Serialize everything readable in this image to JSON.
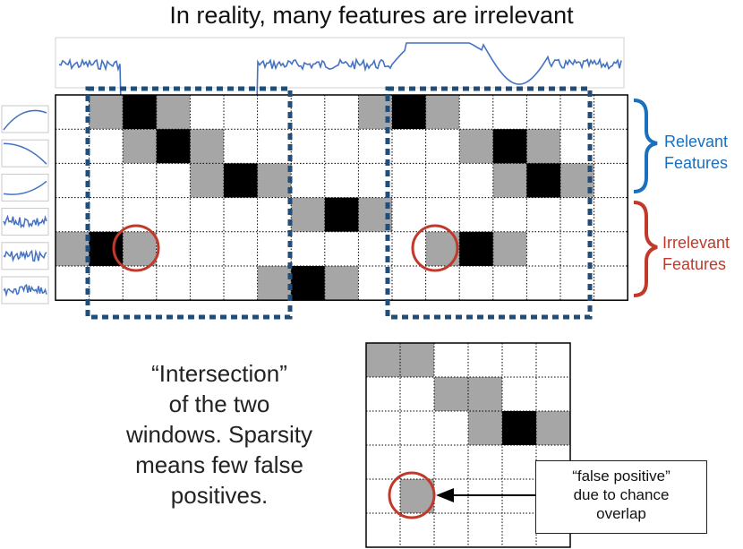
{
  "title": "In reality, many features are irrelevant",
  "relevant_label": [
    "Relevant",
    "Features"
  ],
  "irrelevant_label": [
    "Irrelevant",
    "Features"
  ],
  "intersection_text": [
    "“Intersection”",
    "of the two",
    "windows. Sparsity",
    "means few false",
    "positives."
  ],
  "callout_text": [
    "“false positive”",
    "due to chance",
    "overlap"
  ],
  "colors": {
    "signal": "#4472c4",
    "window": "#1f4e79",
    "gray_cell": "#a6a6a6",
    "black_cell": "#000000",
    "relevant": "#1a6fbf",
    "irrelevant": "#c0392b",
    "circle": "#c0392b"
  },
  "feature_icons": [
    "sine-rising-icon",
    "sine-falling-icon",
    "curve-rising-icon",
    "noise-icon",
    "noise-icon",
    "noise-icon"
  ],
  "main_grid": {
    "rows": 6,
    "cols": 17,
    "cells": [
      [
        0,
        1,
        2,
        1,
        0,
        0,
        0,
        0,
        0,
        1,
        2,
        1,
        0,
        0,
        0,
        0,
        0
      ],
      [
        0,
        0,
        1,
        2,
        1,
        0,
        0,
        0,
        0,
        0,
        0,
        0,
        1,
        2,
        1,
        0,
        0
      ],
      [
        0,
        0,
        0,
        0,
        1,
        2,
        1,
        0,
        0,
        0,
        0,
        0,
        0,
        1,
        2,
        1,
        0
      ],
      [
        0,
        0,
        0,
        0,
        0,
        0,
        0,
        1,
        2,
        1,
        0,
        0,
        0,
        0,
        0,
        0,
        0
      ],
      [
        1,
        2,
        1,
        0,
        0,
        0,
        0,
        0,
        0,
        0,
        0,
        1,
        2,
        1,
        0,
        0,
        0
      ],
      [
        0,
        0,
        0,
        0,
        0,
        0,
        1,
        2,
        1,
        0,
        0,
        0,
        0,
        0,
        0,
        0,
        0
      ]
    ]
  },
  "intersection_grid": {
    "rows": 6,
    "cols": 6,
    "cells": [
      [
        1,
        1,
        0,
        0,
        0,
        0
      ],
      [
        0,
        0,
        1,
        1,
        0,
        0
      ],
      [
        0,
        0,
        0,
        1,
        2,
        1
      ],
      [
        0,
        0,
        0,
        0,
        0,
        0
      ],
      [
        0,
        1,
        0,
        0,
        0,
        0
      ],
      [
        0,
        0,
        0,
        0,
        0,
        0
      ]
    ]
  }
}
